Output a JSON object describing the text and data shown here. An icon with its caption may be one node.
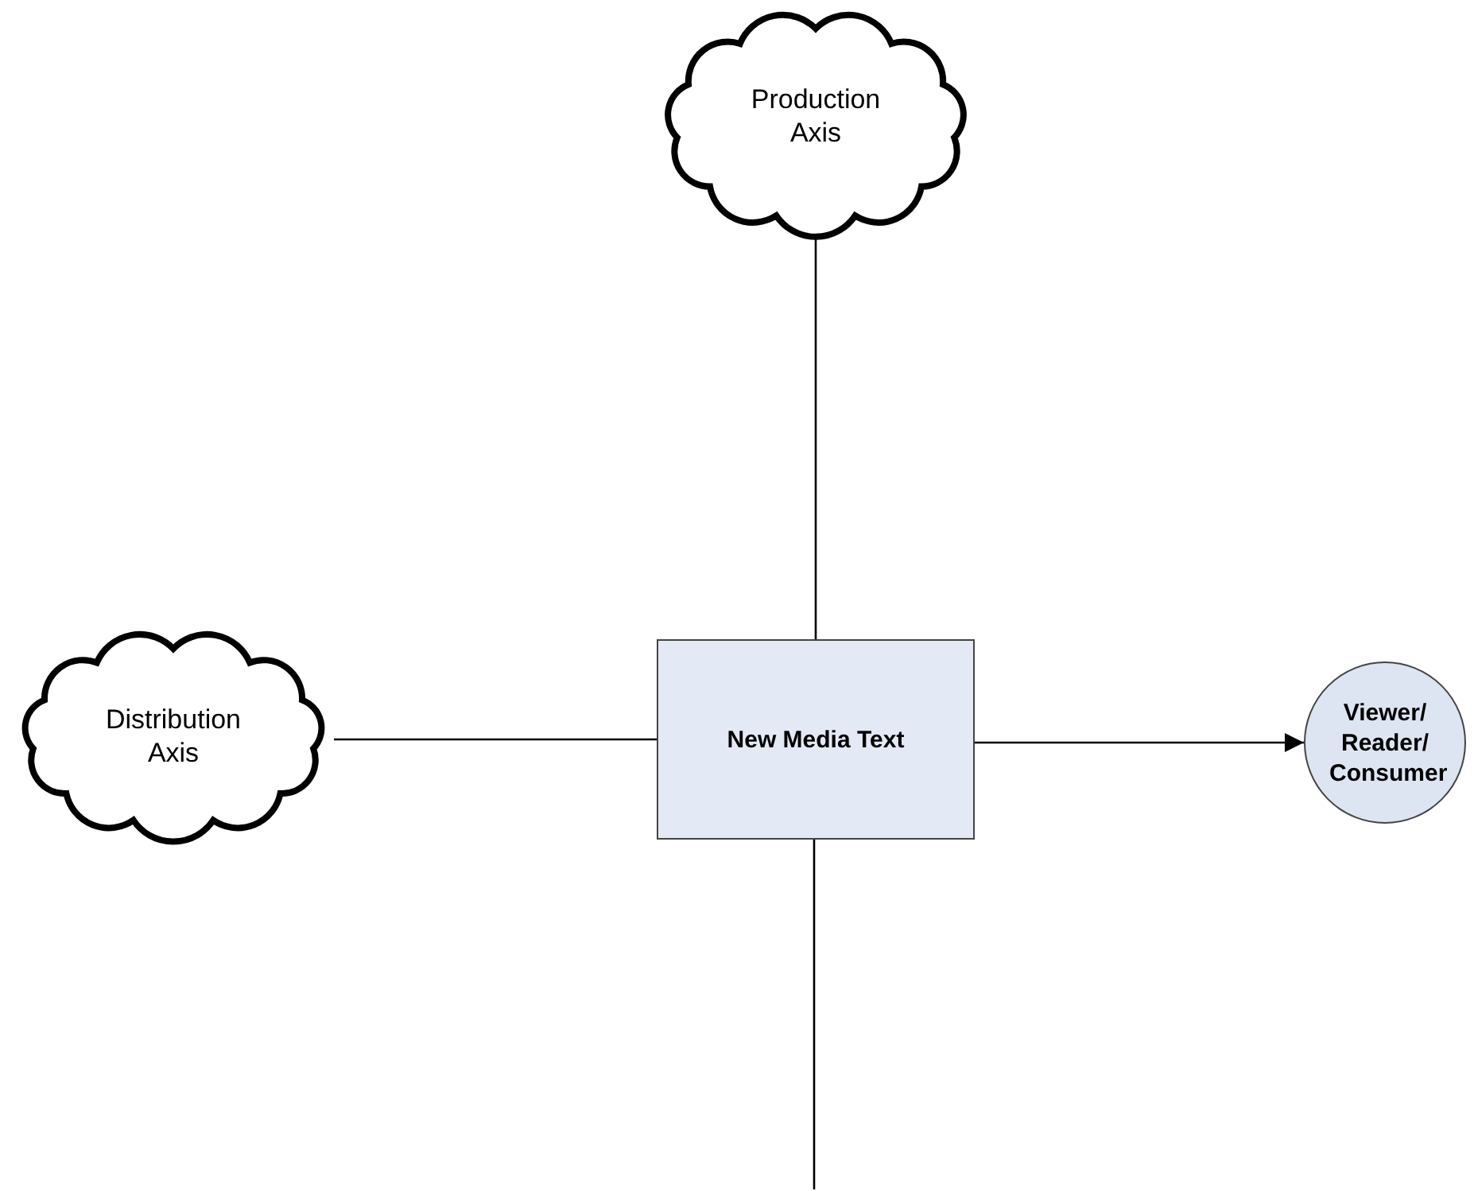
{
  "diagram": {
    "nodes": [
      {
        "text": [
          "Production Axis"
        ]
      },
      {
        "text": [
          "Distribution Axis"
        ]
      },
      {
        "text": [
          "New Media Text"
        ]
      },
      {
        "text": [
          "Viewer/ Reader/ Consumer"
        ]
      }
    ],
    "edges": [
      {
        "from": 0,
        "to": 2,
        "arrow": "none"
      },
      {
        "from": 1,
        "to": 2,
        "arrow": "none"
      },
      {
        "from": 2,
        "to": 3,
        "arrow": "to"
      },
      {
        "from": 2,
        "to": null,
        "arrow": "none"
      }
    ]
  }
}
